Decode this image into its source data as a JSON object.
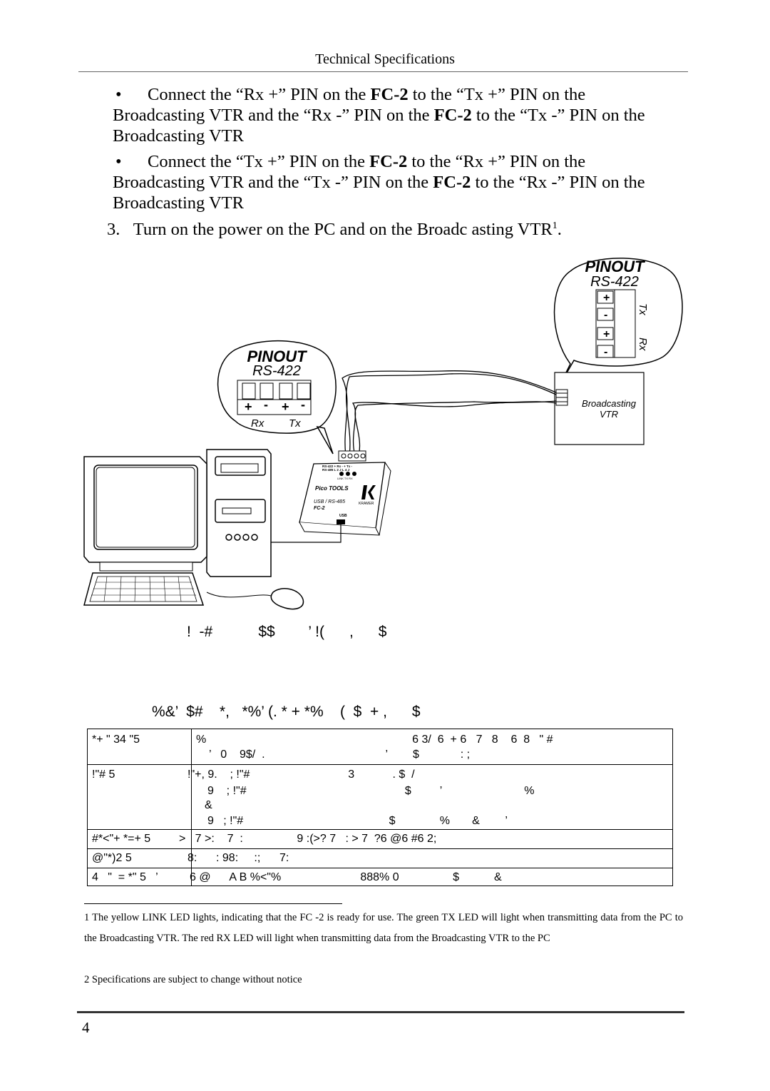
{
  "header": {
    "title": "Technical Specifications"
  },
  "bullets": [
    {
      "lead": "Connect the “Rx +” PIN on the ",
      "b1": "FC-2",
      "mid1": " to the “Tx +” PIN on the",
      "line2a": "Broadcasting VTR and the “Rx -” PIN on the ",
      "b2": "FC-2",
      "line2b": " to the “Tx -” PIN on the",
      "line3": "Broadcasting VTR"
    },
    {
      "lead": "Connect the “Tx +” PIN on the ",
      "b1": "FC-2",
      "mid1": " to the “Rx +” PIN on the",
      "line2a": "Broadcasting VTR and the “Tx -” PIN on the ",
      "b2": "FC-2",
      "line2b": " to the “Rx -” PIN on the",
      "line3": "Broadcasting VTR"
    }
  ],
  "step3": {
    "num": "3.",
    "text": "Turn on the power on the PC and on the Broadc asting VTR",
    "sup": "1",
    "end": "."
  },
  "figure": {
    "pinout_vtr": {
      "title": "PINOUT",
      "sub": "RS-422",
      "tx": "Tx",
      "rx": "Rx",
      "pins": [
        "+",
        "-",
        "+",
        "-"
      ]
    },
    "pinout_fc2": {
      "title": "PINOUT",
      "sub": "RS-422",
      "rx": "Rx",
      "tx": "Tx",
      "pins": [
        "+",
        "-",
        "+",
        "-"
      ]
    },
    "vtr_label": [
      "Broadcasting",
      "VTR"
    ],
    "device": {
      "row1": "RS-422   + Rx -   + Tx -",
      "row2": "RS-485    L  2  J     L  4  J",
      "leds": "LINK  TX  RX",
      "brand": "Pico TOOLS",
      "logo": "KRAMER",
      "model_line": "USB / RS-485",
      "model": "FC-2",
      "usb": "USB"
    },
    "caption": "!  -#           $$        ’ !(      ,      $"
  },
  "table_title": "%&’  $#    *,   *%’ (. * + *%    (  $  + ,      $",
  "spec_table": {
    "rows": [
      {
        "label": "*+ \" 34 \"5",
        "lines": [
          "%                                                                 6 3/  6  + 6   7   8    6  8   \" #",
          "’   0    9$/  .                                      ’        $             : ;"
        ]
      },
      {
        "label": "!\"# 5",
        "lines": [
          "!\"+, 9.    ; !\"#                               3            . $  /",
          "9    ; !\"#                                                  $         ’                          %",
          "&",
          "9   ; !\"#                                              $              %       &        ’"
        ]
      },
      {
        "label": "#*<\"+ *=+ 5",
        "lines": [
          ">   7 >:    7  :                 9 :(>? 7   : > 7  ?6 @6 #6 2;"
        ]
      },
      {
        "label": "@\"*)2 5",
        "lines": [
          "8:      : 98:     :;      7:"
        ]
      },
      {
        "label": "4   \"  = *\" 5   ’",
        "lines": [
          "6 @      A B %<\"%                         888% 0                 $           &"
        ]
      }
    ]
  },
  "footnotes": [
    "1 The yellow LINK LED lights, indicating that the FC -2 is ready for use. The green TX LED will light when transmitting data from the PC to the Broadcasting VTR. The red RX LED will light when transmitting data from the Broadcasting VTR  to the PC",
    "2 Specifications are subject to change without notice"
  ],
  "page_number": "4"
}
